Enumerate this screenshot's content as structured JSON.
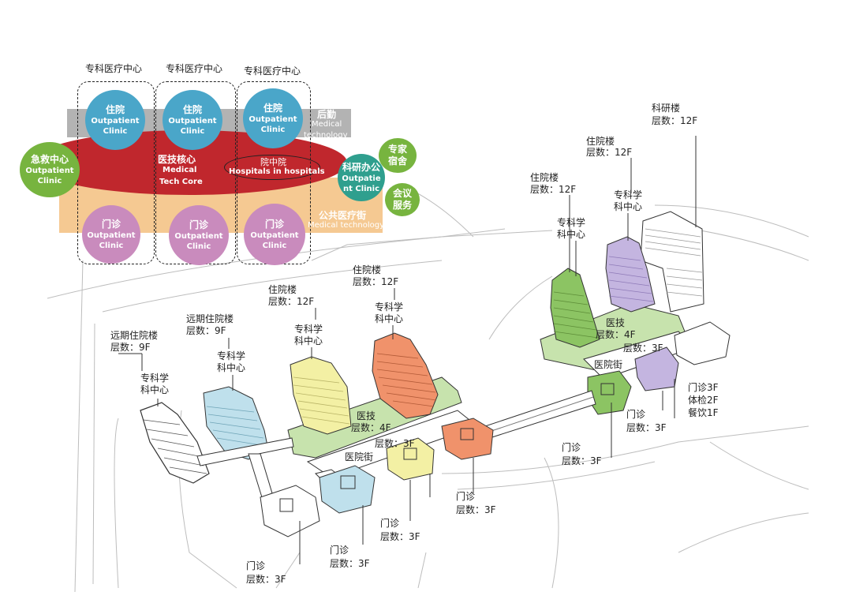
{
  "concept": {
    "column_titles": [
      "专科医疗中心",
      "专科医疗中心",
      "专科医疗中心"
    ],
    "inpatient_circles": [
      {
        "zh": "住院",
        "en1": "Outpatient",
        "en2": "Clinic"
      },
      {
        "zh": "住院",
        "en1": "Outpatient",
        "en2": "Clinic"
      },
      {
        "zh": "住院",
        "en1": "Outpatient",
        "en2": "Clinic"
      }
    ],
    "outpatient_circles": [
      {
        "zh": "门诊",
        "en1": "Outpatient",
        "en2": "Clinic"
      },
      {
        "zh": "门诊",
        "en1": "Outpatient",
        "en2": "Clinic"
      },
      {
        "zh": "门诊",
        "en1": "Outpatient",
        "en2": "Clinic"
      }
    ],
    "logistics": {
      "zh": "后勤",
      "en1": "Medical",
      "en2": "technology"
    },
    "tech_core": {
      "zh": "医技核心",
      "en1": "Medical",
      "en2": "Tech Core"
    },
    "hospital_in_hospital": {
      "zh": "院中院",
      "en": "Hospitals in hospitals"
    },
    "public_street": {
      "zh": "公共医疗街",
      "en": "Medical technology"
    },
    "emergency": {
      "zh": "急救中心",
      "en1": "Outpatient",
      "en2": "Clinic"
    },
    "research_office": {
      "zh": "科研办公",
      "en1": "Outpatie",
      "en2": "nt Clinic"
    },
    "expert_dorm": {
      "l1": "专家",
      "l2": "宿舍"
    },
    "conference": {
      "l1": "会议",
      "l2": "服务"
    }
  },
  "site_labels": {
    "research_bldg": {
      "l1": "科研楼",
      "l2": "层数：12F"
    },
    "inpatient_east": {
      "l1": "住院楼",
      "l2": "层数：12F"
    },
    "specialty_east": {
      "l1": "专科学",
      "l2": "科中心"
    },
    "inpatient_east2": {
      "l1": "住院楼",
      "l2": "层数：12F"
    },
    "specialty_east2": {
      "l1": "专科学",
      "l2": "科中心"
    },
    "medtech_east": {
      "l1": "医技",
      "l2": "层数：4F"
    },
    "street_east": {
      "l1": "医院街",
      "l2": "层数：3F"
    },
    "east_podium": {
      "l1": "门诊3F",
      "l2": "体检2F",
      "l3": "餐饮1F"
    },
    "outpatient_e1": {
      "l1": "门诊",
      "l2": "层数：3F"
    },
    "outpatient_e2": {
      "l1": "门诊",
      "l2": "层数：3F"
    },
    "inpatient_mid": {
      "l1": "住院楼",
      "l2": "层数：12F"
    },
    "specialty_mid": {
      "l1": "专科学",
      "l2": "科中心"
    },
    "inpatient_mid2": {
      "l1": "住院楼",
      "l2": "层数：12F"
    },
    "specialty_mid2": {
      "l1": "专科学",
      "l2": "科中心"
    },
    "future_inpatient": {
      "l1": "远期住院楼",
      "l2": "层数：9F"
    },
    "specialty_w2": {
      "l1": "专科学",
      "l2": "科中心"
    },
    "far_inpatient": {
      "l1": "远期住院楼",
      "l2": "层数：9F"
    },
    "specialty_w1": {
      "l1": "专科学",
      "l2": "科中心"
    },
    "medtech_west": {
      "l1": "医技",
      "l2": "层数：4F"
    },
    "street_west": {
      "l1": "医院街",
      "l2": "层数：3F"
    },
    "outpatient_w1": {
      "l1": "门诊",
      "l2": "层数：3F"
    },
    "outpatient_w2": {
      "l1": "门诊",
      "l2": "层数：3F"
    },
    "outpatient_w3": {
      "l1": "门诊",
      "l2": "层数：3F"
    },
    "outpatient_w4": {
      "l1": "门诊",
      "l2": "层数：3F"
    }
  },
  "colors": {
    "green": "#77b43f",
    "blue": "#4aa6c9",
    "pink": "#c98bbd",
    "red": "#c0272d",
    "orange": "#f5c992",
    "gray": "#b3b3b3",
    "b_green": "#b9dc9b",
    "b_purple": "#c4b5e0",
    "b_blue": "#bfe0ec",
    "b_yellow": "#f3f0a4",
    "b_orange": "#f0926b"
  }
}
